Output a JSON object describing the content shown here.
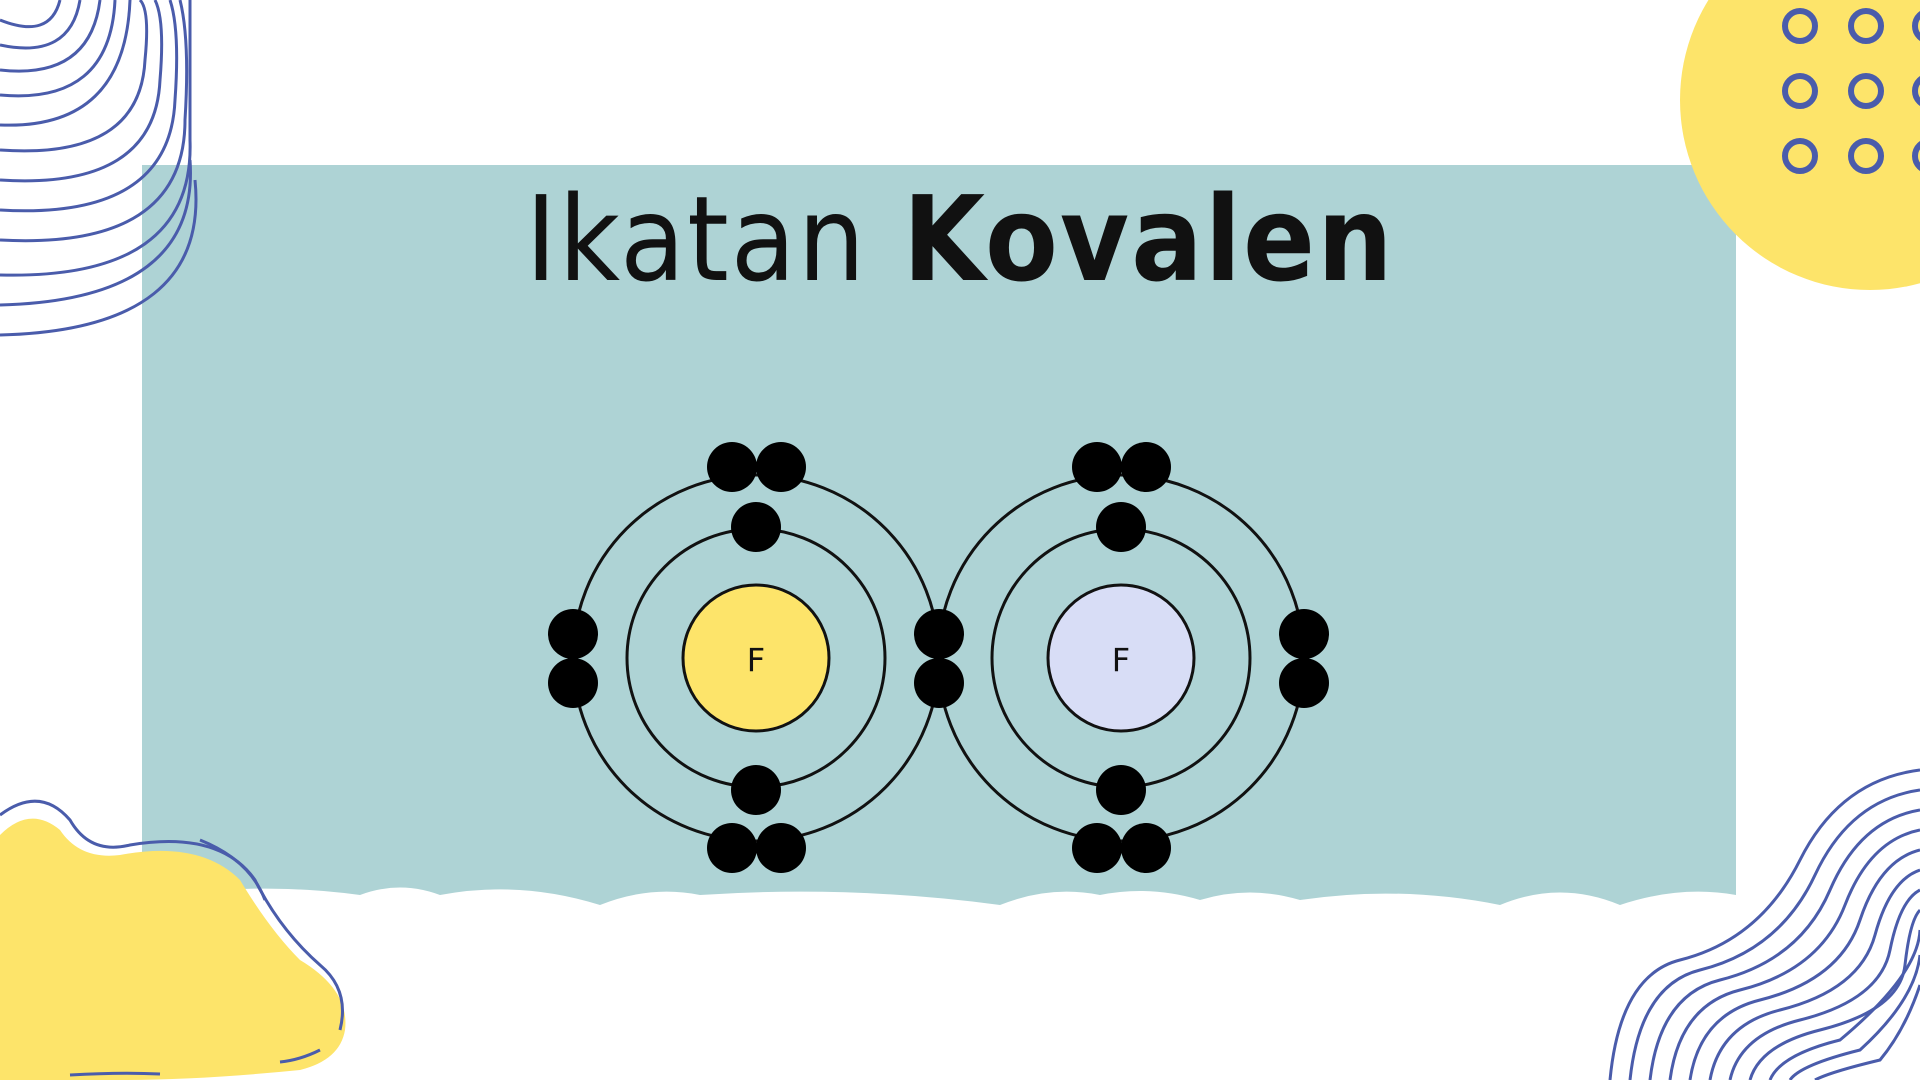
{
  "slide": {
    "title_part1": "Ikatan",
    "title_part2": "Kovalen",
    "colors": {
      "panel": "#aed3d5",
      "accent_yellow": "#fde46a",
      "accent_blue": "#4a5cab",
      "nucleus_left": "#fde46a",
      "nucleus_right": "#d8ddf6",
      "electron": "#000000"
    }
  },
  "diagram": {
    "atoms": [
      {
        "symbol": "F"
      },
      {
        "symbol": "F"
      }
    ]
  }
}
